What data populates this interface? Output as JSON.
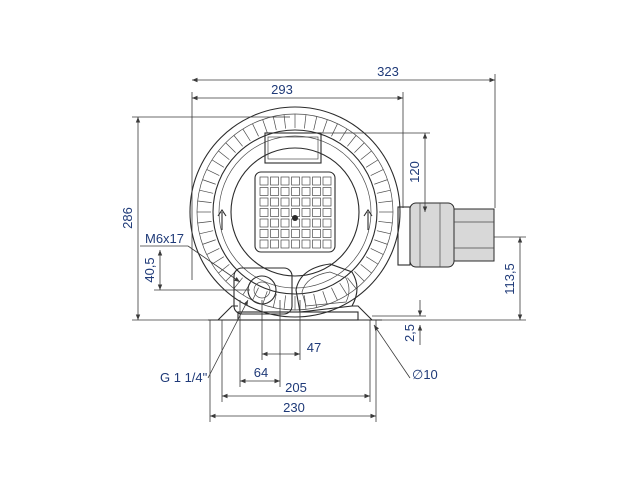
{
  "drawing": {
    "dimensions": {
      "d323": "323",
      "d293": "293",
      "d120": "120",
      "d286": "286",
      "m6x17": "M6x17",
      "d40_5": "40,5",
      "d113_5": "113,5",
      "d2_5": "2,5",
      "d47": "47",
      "g114": "G 1 1/4\"",
      "d64": "64",
      "dia10": "∅10",
      "d205": "205",
      "d230": "230"
    },
    "colors": {
      "dimension_text": "#1f3a78",
      "outline": "#2b2b2b",
      "shading": "#d8d8d8"
    }
  }
}
